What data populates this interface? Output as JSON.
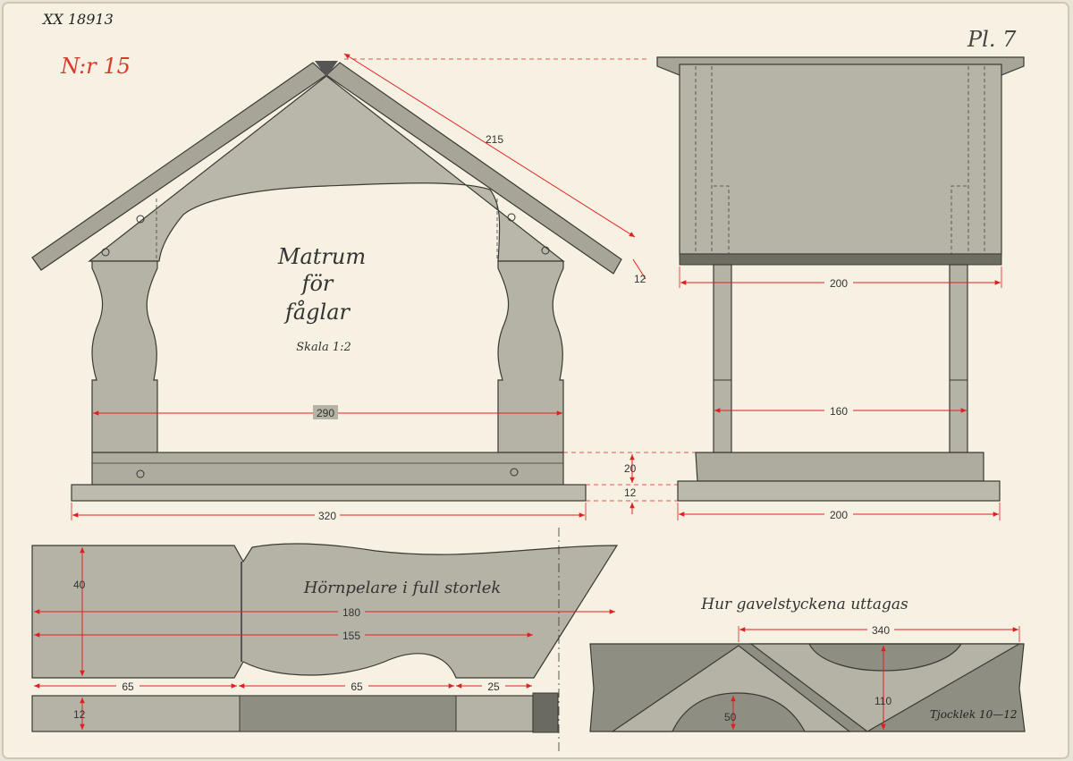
{
  "header": {
    "catalog_number": "XX 18913",
    "plate_number": "N:r 15",
    "plate_label": "Pl. 7"
  },
  "front_view": {
    "title_line1": "Matrum",
    "title_line2": "för",
    "title_line3": "fåglar",
    "scale": "Skala 1:2",
    "dim_roof_length": "215",
    "dim_roof_thickness": "12",
    "dim_inner_width": "290",
    "dim_base_width": "320"
  },
  "side_view": {
    "dim_top_width": "200",
    "dim_post_span": "160",
    "dim_base_width": "200",
    "dim_floor_height": "20",
    "dim_base_thickness": "12"
  },
  "corner_post": {
    "title": "Hörnpelare i full storlek",
    "dim_height": "40",
    "dim_total_length": "180",
    "dim_inner_length": "155",
    "dim_segment_1": "65",
    "dim_segment_2": "65",
    "dim_segment_3": "25",
    "dim_thickness": "12"
  },
  "gable_cutting": {
    "title": "Hur gavelstyckena uttagas",
    "dim_length": "340",
    "dim_height_large": "110",
    "dim_height_small": "50",
    "thickness_note": "Tjocklek 10—12"
  },
  "colors": {
    "paper": "#f6f1e2",
    "wood": "#b4b3a6",
    "wood_dark": "#8e8d80",
    "outline": "#3a3a34",
    "dimension_red": "#e02020",
    "plate_red": "#d83a2c"
  }
}
